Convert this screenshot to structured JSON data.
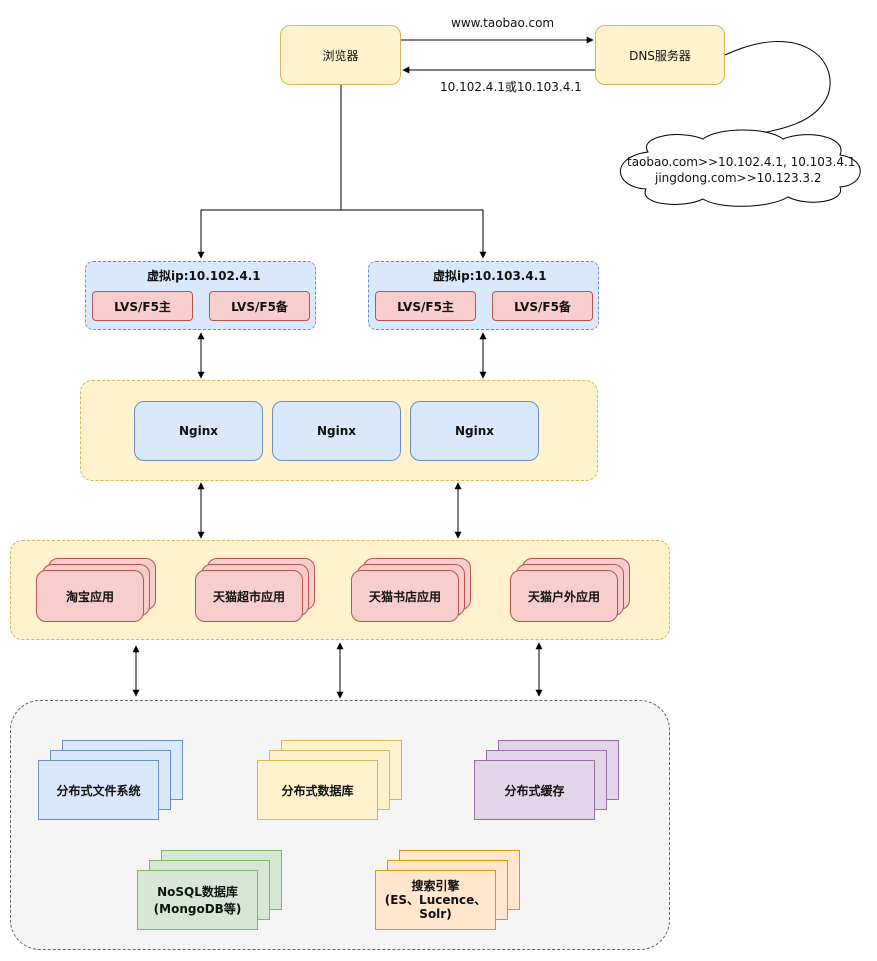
{
  "browser": "浏览器",
  "dns_server": "DNS服务器",
  "request_label": "www.taobao.com",
  "response_label": "10.102.4.1或10.103.4.1",
  "dns_cloud": {
    "line1": "taobao.com>>10.102.4.1, 10.103.4.1",
    "line2": "jingdong.com>>10.123.3.2"
  },
  "lvs_groups": [
    {
      "title": "虚拟ip:10.102.4.1",
      "primary": "LVS/F5主",
      "backup": "LVS/F5备"
    },
    {
      "title": "虚拟ip:10.103.4.1",
      "primary": "LVS/F5主",
      "backup": "LVS/F5备"
    }
  ],
  "nginx": [
    "Nginx",
    "Nginx",
    "Nginx"
  ],
  "apps": [
    "淘宝应用",
    "天猫超市应用",
    "天猫书店应用",
    "天猫户外应用"
  ],
  "storage": {
    "dfs": "分布式文件系统",
    "db": "分布式数据库",
    "cache": "分布式缓存",
    "nosql": [
      "NoSQL数据库",
      "(MongoDB等)"
    ],
    "search": [
      "搜索引擎",
      "(ES、Lucence、",
      "Solr)"
    ]
  }
}
